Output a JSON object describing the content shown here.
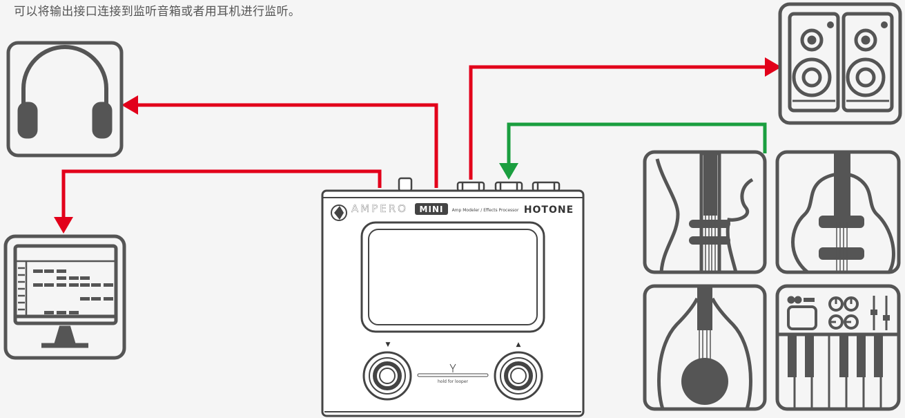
{
  "caption": "可以将输出接口连接到监听音箱或者用耳机进行监听。",
  "device": {
    "brand": "HOTONE",
    "model_main": "AMPERO",
    "model_sub": "MINI",
    "tagline": "Amp Modeler / Effects Processor",
    "footswitch_left_arrow": "▼",
    "footswitch_right_arrow": "▲",
    "center_label": "hold for looper"
  },
  "icons": {
    "headphones": "headphones-icon",
    "computer": "computer-monitor-icon",
    "speakers": "studio-monitor-speakers-icon",
    "electric_guitar": "electric-guitar-icon",
    "acoustic_guitar": "acoustic-guitar-icon",
    "classical_guitar": "classical-guitar-icon",
    "synth": "synthesizer-keyboard-icon"
  },
  "colors": {
    "output_cable": "#e2001a",
    "input_cable": "#1a9e3f",
    "icon_gray": "#555555",
    "device_stroke": "#444444"
  }
}
